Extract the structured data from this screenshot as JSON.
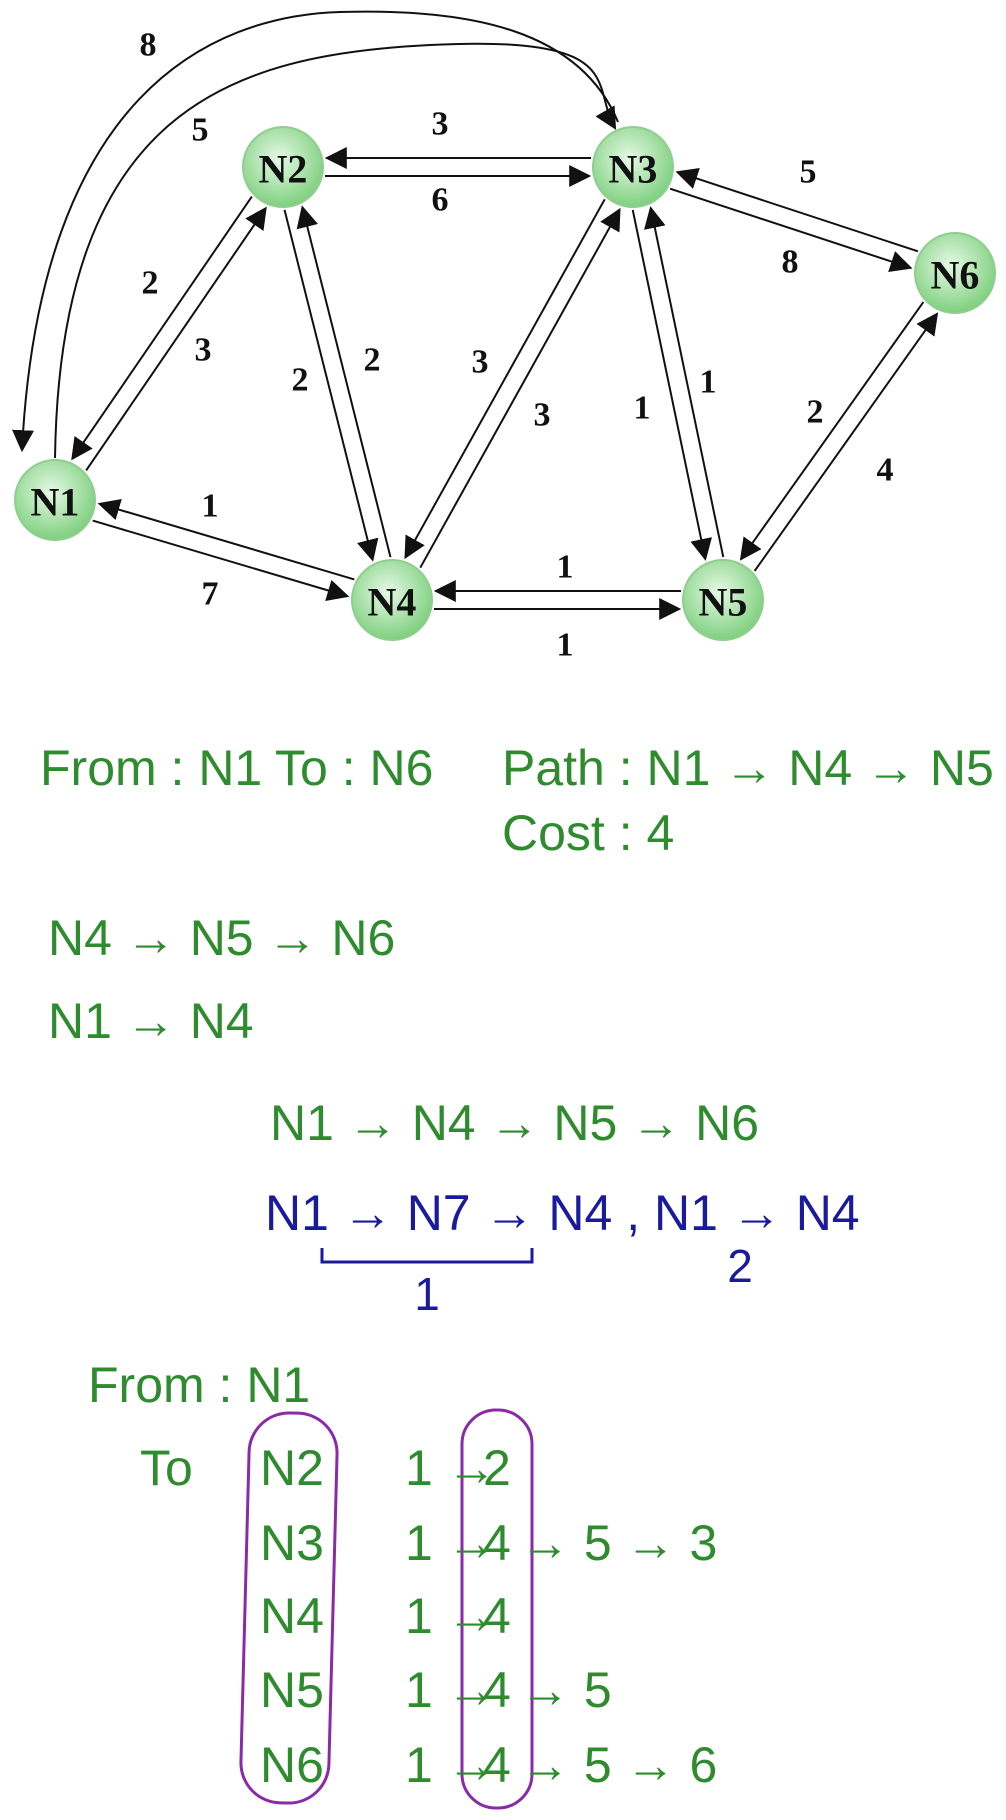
{
  "nodes": [
    {
      "id": "N1",
      "label": "N1"
    },
    {
      "id": "N2",
      "label": "N2"
    },
    {
      "id": "N3",
      "label": "N3"
    },
    {
      "id": "N4",
      "label": "N4"
    },
    {
      "id": "N5",
      "label": "N5"
    },
    {
      "id": "N6",
      "label": "N6"
    }
  ],
  "edges": [
    {
      "from": "N1",
      "to": "N3",
      "weight": "5"
    },
    {
      "from": "N3",
      "to": "N1",
      "weight": "8"
    },
    {
      "from": "N1",
      "to": "N2",
      "weight": "2"
    },
    {
      "from": "N2",
      "to": "N1",
      "weight": "3"
    },
    {
      "from": "N2",
      "to": "N3",
      "weight": "3"
    },
    {
      "from": "N3",
      "to": "N2",
      "weight": "6"
    },
    {
      "from": "N2",
      "to": "N4",
      "weight": "2"
    },
    {
      "from": "N4",
      "to": "N2",
      "weight": "2"
    },
    {
      "from": "N1",
      "to": "N4",
      "weight": "1"
    },
    {
      "from": "N4",
      "to": "N1",
      "weight": "7"
    },
    {
      "from": "N4",
      "to": "N3",
      "weight": "3"
    },
    {
      "from": "N3",
      "to": "N4",
      "weight": "3"
    },
    {
      "from": "N3",
      "to": "N5",
      "weight": "1"
    },
    {
      "from": "N5",
      "to": "N3",
      "weight": "1"
    },
    {
      "from": "N4",
      "to": "N5",
      "weight": "1"
    },
    {
      "from": "N5",
      "to": "N4",
      "weight": "1"
    },
    {
      "from": "N3",
      "to": "N6",
      "weight": "5"
    },
    {
      "from": "N6",
      "to": "N3",
      "weight": "8"
    },
    {
      "from": "N5",
      "to": "N6",
      "weight": "2"
    },
    {
      "from": "N6",
      "to": "N5",
      "weight": "4"
    }
  ],
  "colors": {
    "node_fill_light": "#d8f3d8",
    "node_fill_dark": "#7fd07f",
    "ink_green": "#2e8b2e",
    "ink_blue": "#1a1a9c",
    "ink_purple": "#8a2aa8"
  },
  "notes": {
    "from_line": "From : N1",
    "to_line": "To : N6",
    "path_line": "Path : N1 → N4 → N5 → N6",
    "cost_line": "Cost : 4",
    "line1": "N4 → N5 → N6",
    "line2": "N1 → N4",
    "line3": "N1 → N4 → N5 → N6",
    "blue_line": "N1 → N7 → N4 , N1 → N4",
    "blue_under_bracket": "1",
    "blue_under_n4": "2",
    "table_from": "From : N1",
    "table_to": "To",
    "dest": [
      "N2",
      "N3",
      "N4",
      "N5",
      "N6"
    ],
    "routes": [
      {
        "head": "1 → ",
        "via": "2",
        "tail": ""
      },
      {
        "head": "1 → ",
        "via": "4",
        "tail": " → 5 → 3"
      },
      {
        "head": "1 → ",
        "via": "4",
        "tail": ""
      },
      {
        "head": "1 → ",
        "via": "4",
        "tail": " → 5"
      },
      {
        "head": "1 → ",
        "via": "4",
        "tail": " → 5 → 6"
      }
    ]
  }
}
